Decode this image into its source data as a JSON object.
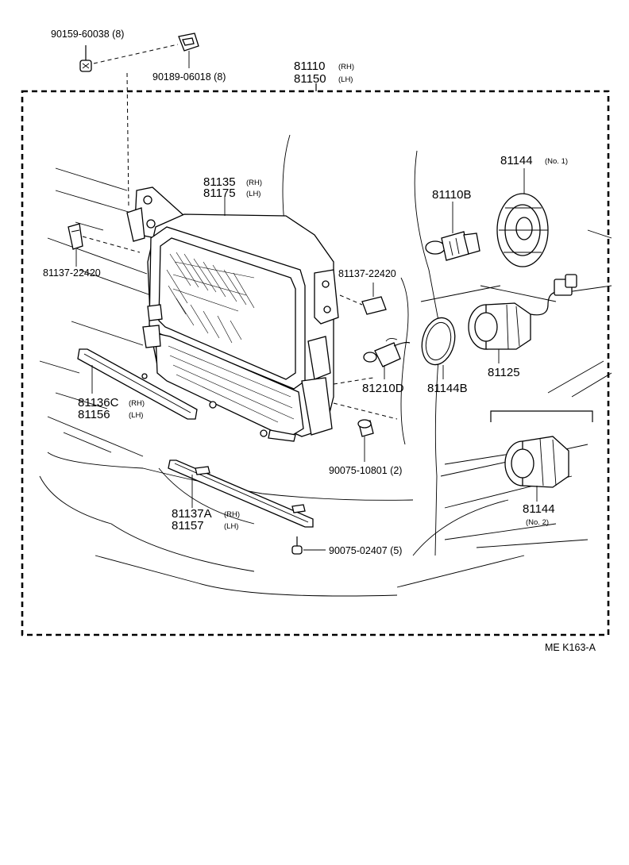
{
  "diagram": {
    "footer_code": "ME  K163-A",
    "labels": {
      "screw_90159": "90159-60038 (8)",
      "nut_90189": "90189-06018 (8)",
      "assy_rh": "81110",
      "assy_rh_side": "(RH)",
      "assy_lh": "81150",
      "assy_lh_side": "(LH)",
      "unit_rh": "81135",
      "unit_rh_side": "(RH)",
      "unit_lh": "81175",
      "unit_lh_side": "(LH)",
      "bracket_left": "81137-22420",
      "bracket_right": "81137-22420",
      "bulb": "81110B",
      "cover_no1": "81144",
      "cover_no1_sub": "(No. 1)",
      "gasket": "81144B",
      "socket": "81125",
      "side_bulb": "81210D",
      "clip_90075_10801": "90075-10801 (2)",
      "trim_rh": "81136C",
      "trim_rh_side": "(RH)",
      "trim_lh": "81156",
      "trim_lh_side": "(LH)",
      "lower_rh": "81137A",
      "lower_rh_side": "(RH)",
      "lower_lh": "81157",
      "lower_lh_side": "(LH)",
      "screw_90075_02407": "90075-02407 (5)",
      "cover_no2": "81144",
      "cover_no2_sub": "(No. 2)"
    }
  }
}
